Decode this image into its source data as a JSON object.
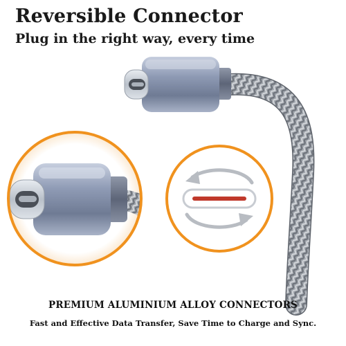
{
  "header": {
    "title": "Reversible Connector",
    "subtitle": "Plug in the right way, every time"
  },
  "footer": {
    "feature_title": "PREMIUM ALUMINIUM ALLOY CONNECTORS",
    "feature_text": "Fast and Effective Data Transfer, Save Time to Charge and Sync."
  },
  "colors": {
    "accent": "#f0921e",
    "port_red": "#c0392b",
    "connector_metal": "#8e9ab3",
    "braid_gray": "#9ea3aa"
  },
  "icons": {
    "reverse_arrows": "reversible-arrows-icon"
  }
}
